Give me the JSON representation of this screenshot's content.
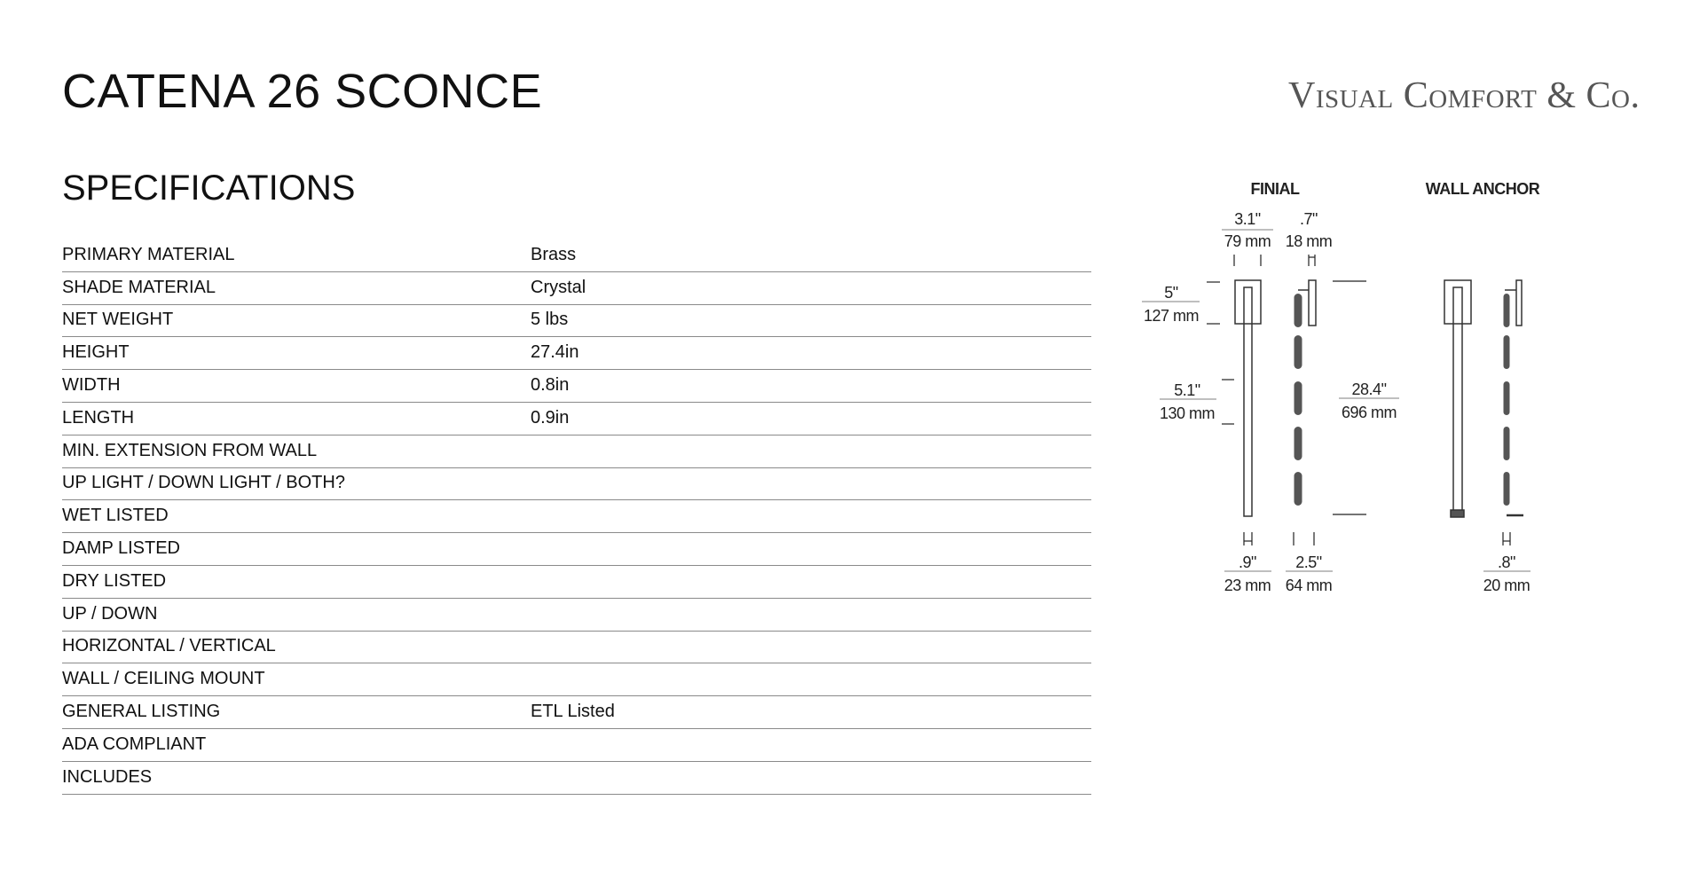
{
  "header": {
    "title": "CATENA 26 SCONCE",
    "brand": "Visual Comfort & Co."
  },
  "specifications": {
    "heading": "SPECIFICATIONS",
    "rows": [
      {
        "label": "PRIMARY MATERIAL",
        "value": "Brass"
      },
      {
        "label": "SHADE MATERIAL",
        "value": "Crystal"
      },
      {
        "label": "NET WEIGHT",
        "value": "5 lbs"
      },
      {
        "label": "HEIGHT",
        "value": "27.4in"
      },
      {
        "label": "WIDTH",
        "value": "0.8in"
      },
      {
        "label": "LENGTH",
        "value": "0.9in"
      },
      {
        "label": "MIN. EXTENSION FROM WALL",
        "value": ""
      },
      {
        "label": "UP LIGHT / DOWN LIGHT / BOTH?",
        "value": ""
      },
      {
        "label": "WET LISTED",
        "value": ""
      },
      {
        "label": "DAMP LISTED",
        "value": ""
      },
      {
        "label": "DRY LISTED",
        "value": ""
      },
      {
        "label": "UP / DOWN",
        "value": ""
      },
      {
        "label": "HORIZONTAL / VERTICAL",
        "value": ""
      },
      {
        "label": "WALL / CEILING MOUNT",
        "value": ""
      },
      {
        "label": "GENERAL LISTING",
        "value": "ETL Listed"
      },
      {
        "label": "ADA COMPLIANT",
        "value": ""
      },
      {
        "label": "INCLUDES",
        "value": ""
      }
    ]
  },
  "diagram": {
    "finial": {
      "title": "FINIAL",
      "backplate_width": {
        "in": "3.1\"",
        "mm": "79 mm"
      },
      "backplate_depth": {
        "in": ".7\"",
        "mm": "18 mm"
      },
      "backplate_height": {
        "in": "5\"",
        "mm": "127 mm"
      },
      "segment_height": {
        "in": "5.1\"",
        "mm": "130 mm"
      },
      "overall_height": {
        "in": "28.4\"",
        "mm": "696 mm"
      },
      "bar_width": {
        "in": ".9\"",
        "mm": "23 mm"
      },
      "extension": {
        "in": "2.5\"",
        "mm": "64 mm"
      }
    },
    "wall_anchor": {
      "title": "WALL ANCHOR",
      "bar_width": {
        "in": ".8\"",
        "mm": "20 mm"
      }
    }
  }
}
